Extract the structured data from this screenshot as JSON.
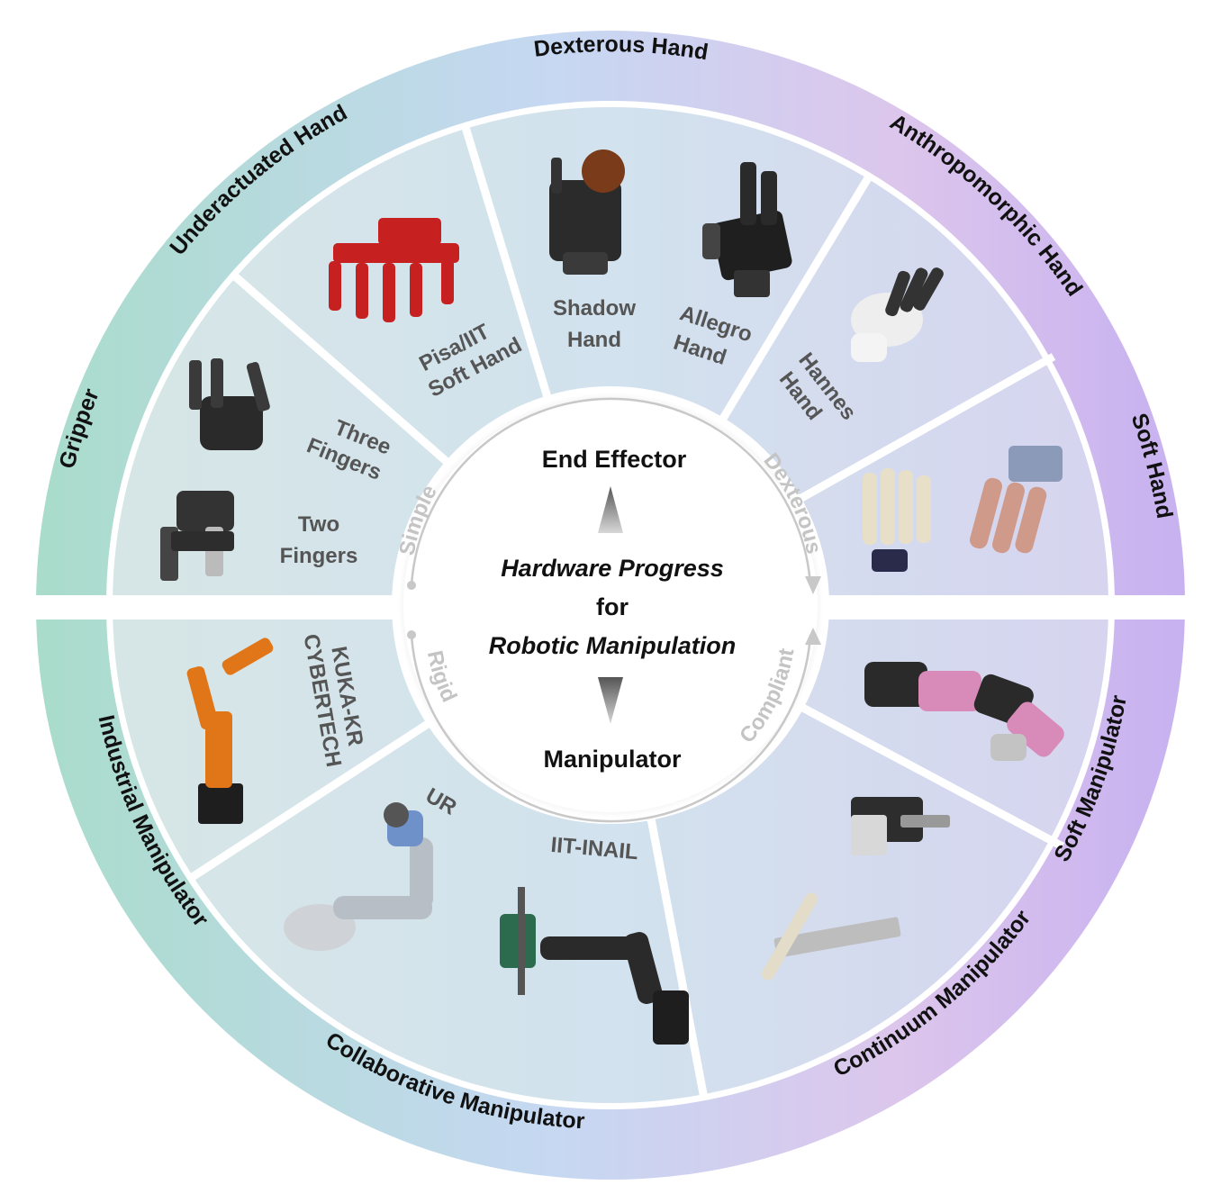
{
  "center": {
    "top": "End Effector",
    "line1": "Hardware Progress",
    "line2": "for",
    "line3": "Robotic Manipulation",
    "bottom": "Manipulator"
  },
  "axis_words": {
    "simple": "Simple",
    "dexterous": "Dexterous",
    "rigid": "Rigid",
    "compliant": "Compliant"
  },
  "outer_ring": {
    "gripper": "Gripper",
    "underactuated_hand": "Underactuated Hand",
    "dexterous_hand": "Dexterous Hand",
    "anthropomorphic_hand": "Anthropomorphic Hand",
    "soft_hand": "Soft Hand",
    "industrial_manipulator": "Industrial Manipulator",
    "collaborative_manipulator": "Collaborative Manipulator",
    "continuum_manipulator": "Continuum Manipulator",
    "soft_manipulator": "Soft Manipulator"
  },
  "items": {
    "three_fingers_1": "Three",
    "three_fingers_2": "Fingers",
    "two_fingers_1": "Two",
    "two_fingers_2": "Fingers",
    "pisa_1": "Pisa/IIT",
    "pisa_2": "Soft Hand",
    "shadow_1": "Shadow",
    "shadow_2": "Hand",
    "allegro_1": "Allegro",
    "allegro_2": "Hand",
    "hannes_1": "Hannes",
    "hannes_2": "Hand",
    "kuka_1": "KUKA-KR",
    "kuka_2": "CYBERTECH",
    "ur": "UR",
    "iit_inail": "IIT-INAIL"
  },
  "colors": {
    "ring_left": "#a9dccb",
    "ring_mid": "#c6d8f2",
    "ring_right": "#c7b1f0",
    "sector_fill": "#d3e3ec",
    "center_fill": "#ffffff"
  }
}
